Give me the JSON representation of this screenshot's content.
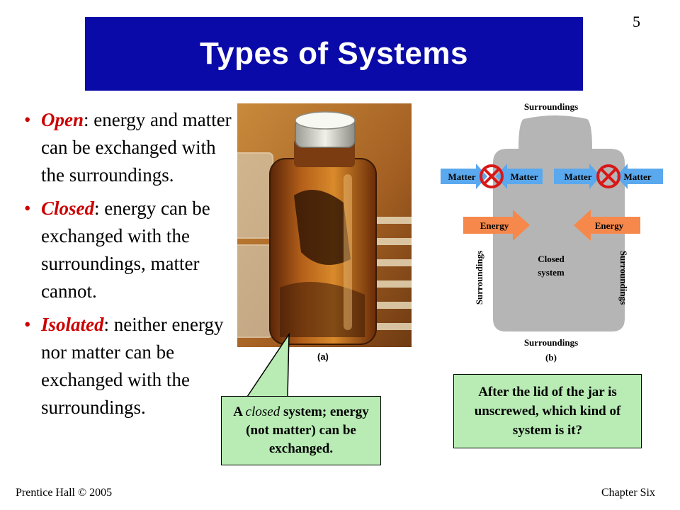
{
  "slide_number": "5",
  "title": "Types of Systems",
  "bullets": [
    {
      "term": "Open",
      "text": ": energy and matter can be exchanged with the surroundings."
    },
    {
      "term": "Closed",
      "text": ": energy can be exchanged with the surroundings, matter cannot."
    },
    {
      "term": "Isolated",
      "text": ": neither energy nor matter can be exchanged with the surroundings."
    }
  ],
  "figure": {
    "label_a": "(a)",
    "label_b": "(b)",
    "surroundings_top": "Surroundings",
    "surroundings_bottom": "Surroundings",
    "surroundings_left": "Surroundings",
    "surroundings_right": "Surroundings",
    "matter": "Matter",
    "energy": "Energy",
    "closed_line1": "Closed",
    "closed_line2": "system"
  },
  "callout_left": {
    "pre": "A ",
    "italic": "closed",
    "post": " system; energy (not matter) can be exchanged."
  },
  "callout_right": "After the lid of the jar is unscrewed, which kind of system is it?",
  "footer_left": "Prentice Hall © 2005",
  "footer_right": "Chapter Six",
  "colors": {
    "title_bg": "#0a0aa8",
    "term": "#cc0000",
    "callout_bg": "#b8ecb4",
    "matter_arrow": "#5aa8ee",
    "energy_arrow": "#f5884a",
    "container": "#b5b5b5"
  }
}
